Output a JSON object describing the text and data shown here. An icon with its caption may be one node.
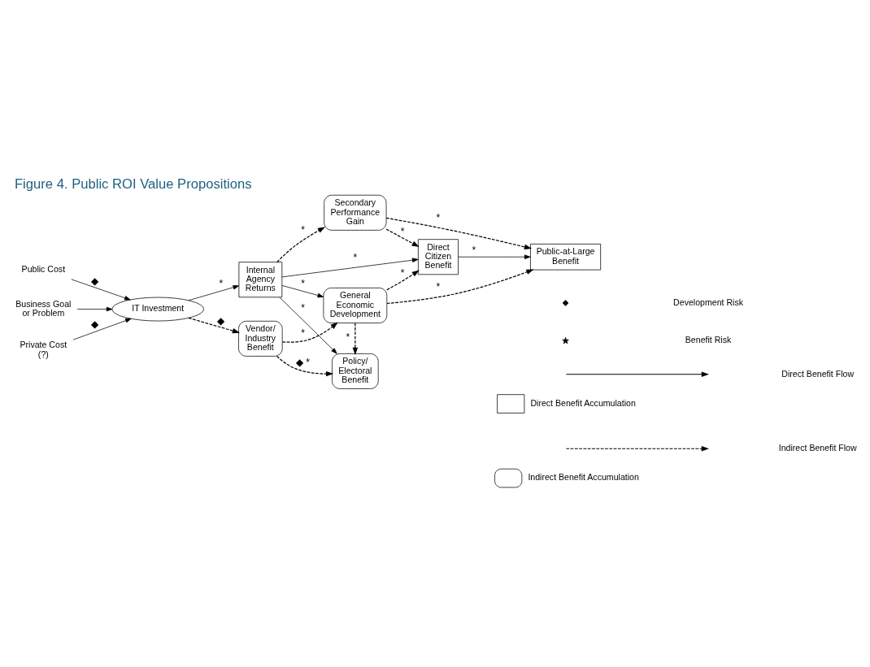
{
  "diagram": {
    "title": "Figure 4. Public ROI Value Propositions",
    "nodes": [
      {
        "text": [
          "Public Cost"
        ]
      },
      {
        "text": [
          "Business Goal or Problem"
        ]
      },
      {
        "text": [
          "Private Cost (?)"
        ]
      },
      {
        "text": [
          "IT Investment"
        ]
      },
      {
        "text": [
          "Internal Agency Returns"
        ]
      },
      {
        "text": [
          "Secondary Performance Gain"
        ]
      },
      {
        "text": [
          "Direct Citizen Benefit"
        ]
      },
      {
        "text": [
          "Public-at-Large Benefit"
        ]
      },
      {
        "text": [
          "Vendor/ Industry Benefit"
        ]
      },
      {
        "text": [
          "Policy/ Electoral Benefit"
        ]
      },
      {
        "text": [
          "General Economic Development"
        ]
      }
    ],
    "edges": [
      {
        "from": 0,
        "to": 3,
        "arrow": "to",
        "label": "◆"
      },
      {
        "from": 1,
        "to": 3,
        "arrow": "to"
      },
      {
        "from": 2,
        "to": 3,
        "arrow": "to",
        "label": "◆"
      },
      {
        "from": 3,
        "to": 4,
        "arrow": "to",
        "label": "*"
      },
      {
        "from": 3,
        "to": 8,
        "arrow": "to",
        "style": "dashed",
        "label": "◆"
      },
      {
        "from": 4,
        "to": 5,
        "arrow": "to",
        "style": "dashed",
        "label": "*"
      },
      {
        "from": 4,
        "to": 6,
        "arrow": "to",
        "label": "*"
      },
      {
        "from": 4,
        "to": 9,
        "arrow": "to",
        "label": "*"
      },
      {
        "from": 4,
        "to": 10,
        "arrow": "to",
        "label": "*"
      },
      {
        "from": 5,
        "to": 6,
        "arrow": "to",
        "style": "dashed",
        "label": "*"
      },
      {
        "from": 5,
        "to": 7,
        "arrow": "to",
        "style": "dashed",
        "label": "*"
      },
      {
        "from": 6,
        "to": 7,
        "arrow": "to",
        "label": "*"
      },
      {
        "from": 8,
        "to": 9,
        "arrow": "to",
        "style": "dashed",
        "label": "◆ *"
      },
      {
        "from": 8,
        "to": 10,
        "arrow": "to",
        "style": "dashed",
        "label": "*"
      },
      {
        "from": 10,
        "to": 9,
        "arrow": "to",
        "style": "dashed",
        "label": "*"
      },
      {
        "from": 10,
        "to": 6,
        "arrow": "to",
        "style": "dashed",
        "label": "*"
      },
      {
        "from": 10,
        "to": 7,
        "arrow": "to",
        "style": "dashed",
        "label": "*"
      }
    ],
    "legend": [
      {
        "text": "Development Risk"
      },
      {
        "text": "Benefit Risk"
      },
      {
        "text": "Direct Benefit Flow"
      },
      {
        "text": "Indirect Benefit Flow"
      },
      {
        "text": "Direct Benefit Accumulation"
      },
      {
        "text": "Indirect Benefit Accumulation"
      }
    ]
  }
}
